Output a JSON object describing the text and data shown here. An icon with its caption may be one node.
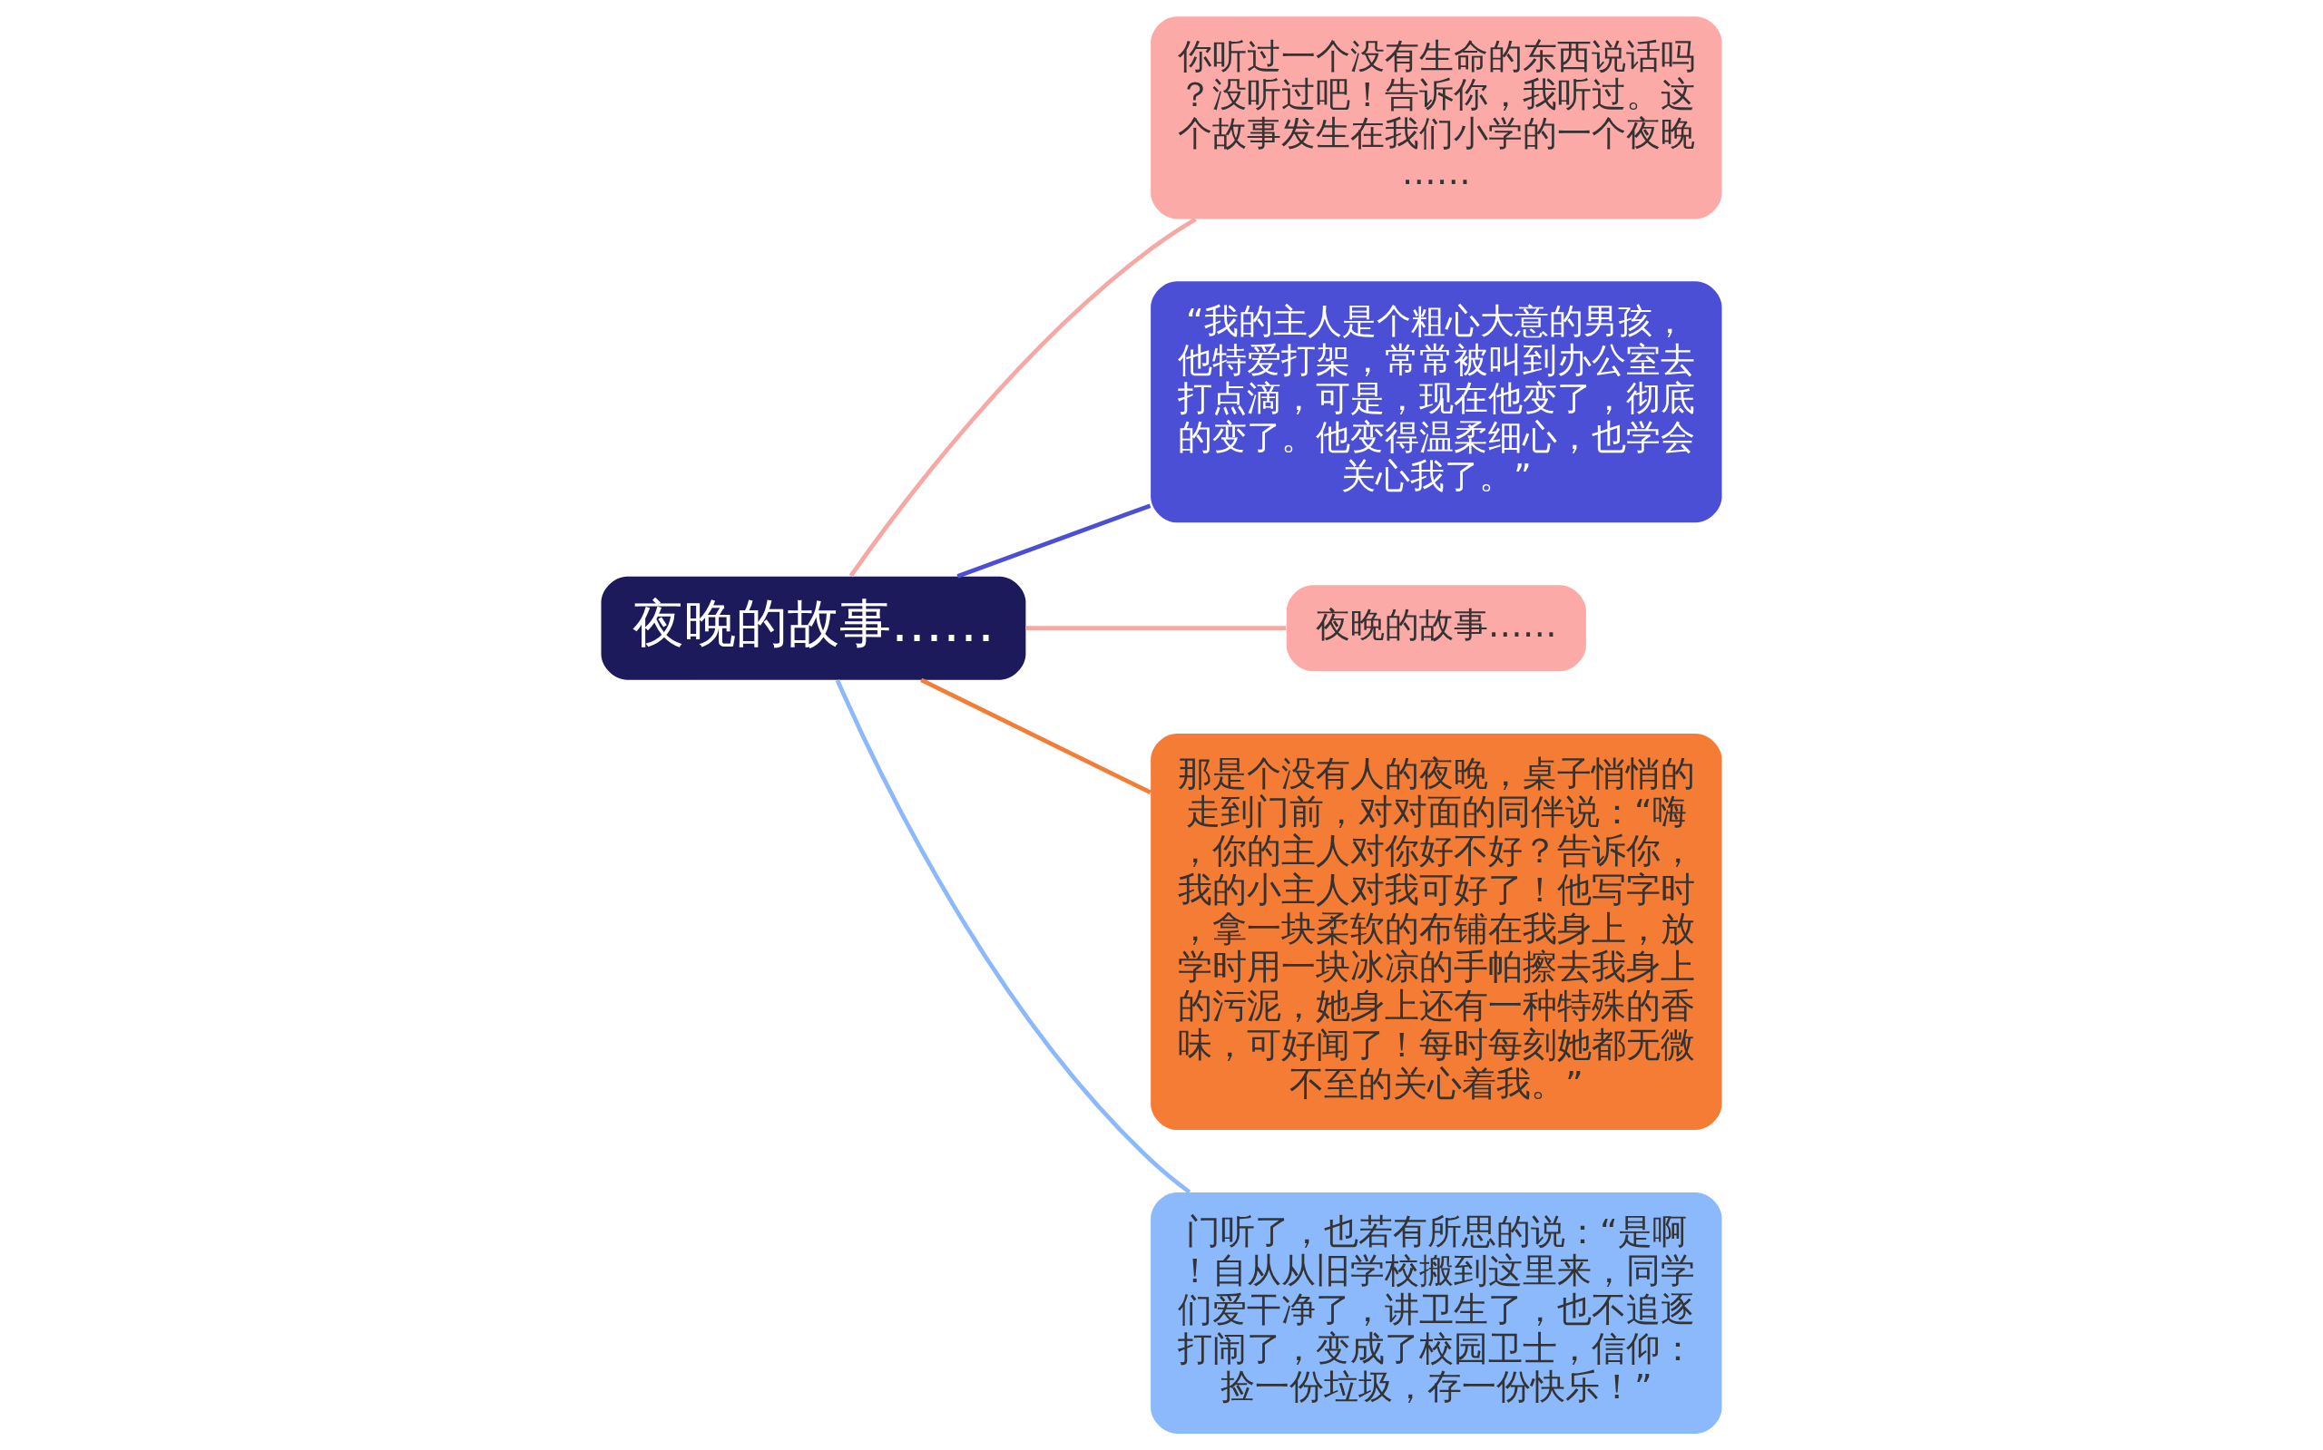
{
  "diagram": {
    "nodes": [
      {
        "text": [
          "夜晚的故事……"
        ]
      },
      {
        "text": [
          "你听过一个没有生命的东西说话吗？没听过吧！告诉你，我听过。这个故事发生在我们小学的一个夜晚……"
        ]
      },
      {
        "text": [
          "“我的主人是个粗心大意的男孩，他特爱打架，常常被叫到办公室去打点滴，可是，现在他变了，彻底的变了。他变得温柔细心，也学会关心我了。”"
        ]
      },
      {
        "text": [
          "夜晚的故事……"
        ]
      },
      {
        "text": [
          "那是个没有人的夜晚，桌子悄悄的走到门前，对对面的同伴说：“嗨，你的主人对你好不好？告诉你，我的小主人对我可好了！他写字时，拿一块柔软的布铺在我身上，放学时用一块冰凉的手帕擦去我身上的污泥，她身上还有一种特殊的香味，可好闻了！每时每刻她都无微不至的关心着我。”"
        ]
      },
      {
        "text": [
          "门听了，也若有所思的说：“是啊！自从从旧学校搬到这里来，同学们爱干净了，讲卫生了，也不追逐打闹了，变成了校园卫士，信仰：捡一份垃圾，存一份快乐！”"
        ]
      }
    ],
    "edges": [
      {
        "from": 0,
        "to": 1,
        "arrow": "none",
        "color": "#f6a8a4"
      },
      {
        "from": 0,
        "to": 2,
        "arrow": "none",
        "color": "#4a4fd6"
      },
      {
        "from": 0,
        "to": 3,
        "arrow": "none",
        "color": "#f6a8a4"
      },
      {
        "from": 0,
        "to": 4,
        "arrow": "none",
        "color": "#f57c34"
      },
      {
        "from": 0,
        "to": 5,
        "arrow": "none",
        "color": "#8cb8fc"
      }
    ]
  }
}
